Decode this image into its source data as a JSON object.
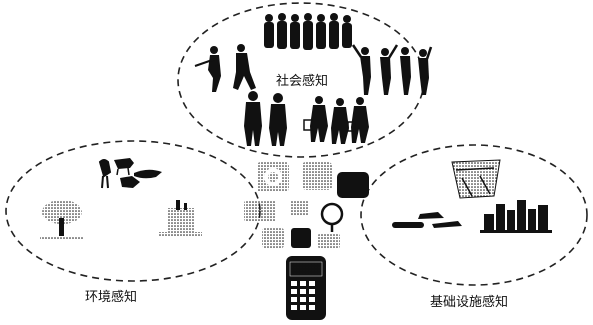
{
  "labels": {
    "social": "社会感知",
    "environment": "环境感知",
    "infrastructure": "基础设施感知"
  },
  "colors": {
    "ink": "#111111",
    "dash": "#222222"
  },
  "icons": [
    "social-crowd-icon",
    "golfer-icon",
    "cheering-people-icon",
    "shopping-people-icon",
    "crane-icon",
    "animals-icon",
    "tree-icon",
    "factory-icon",
    "bridge-icon",
    "vehicles-icon",
    "city-skyline-icon",
    "app-icons",
    "smartphone-icon"
  ]
}
